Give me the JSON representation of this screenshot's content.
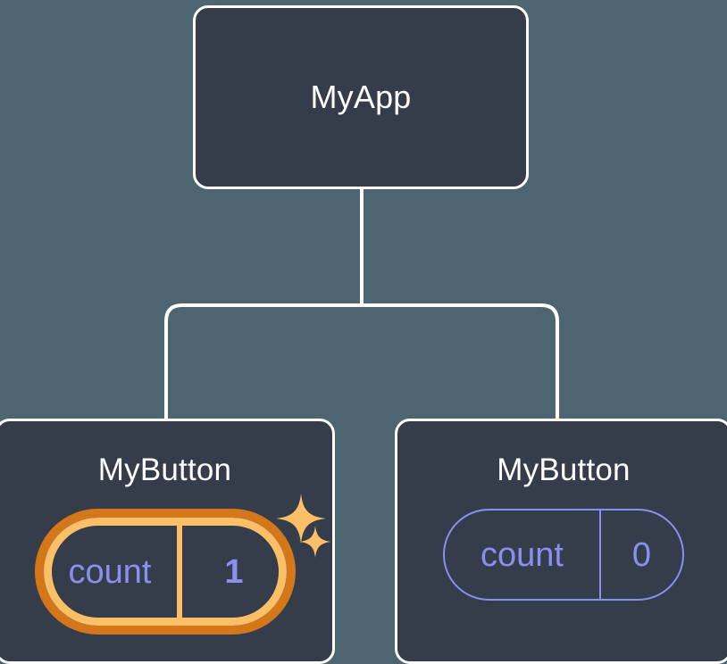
{
  "diagram": {
    "type": "component-tree",
    "background_color": "#4c6570",
    "node_fill": "#353c4a",
    "node_border": "#ffffff",
    "accent_highlight_outer": "#d4761a",
    "accent_highlight_inner": "#fbbf68",
    "state_text_color": "#8b8ff0"
  },
  "root": {
    "title": "MyApp"
  },
  "children": [
    {
      "title": "MyButton",
      "state": {
        "key": "count",
        "value": "1"
      },
      "highlighted": true,
      "sparkles": 2
    },
    {
      "title": "MyButton",
      "state": {
        "key": "count",
        "value": "0"
      },
      "highlighted": false,
      "sparkles": 0
    }
  ]
}
